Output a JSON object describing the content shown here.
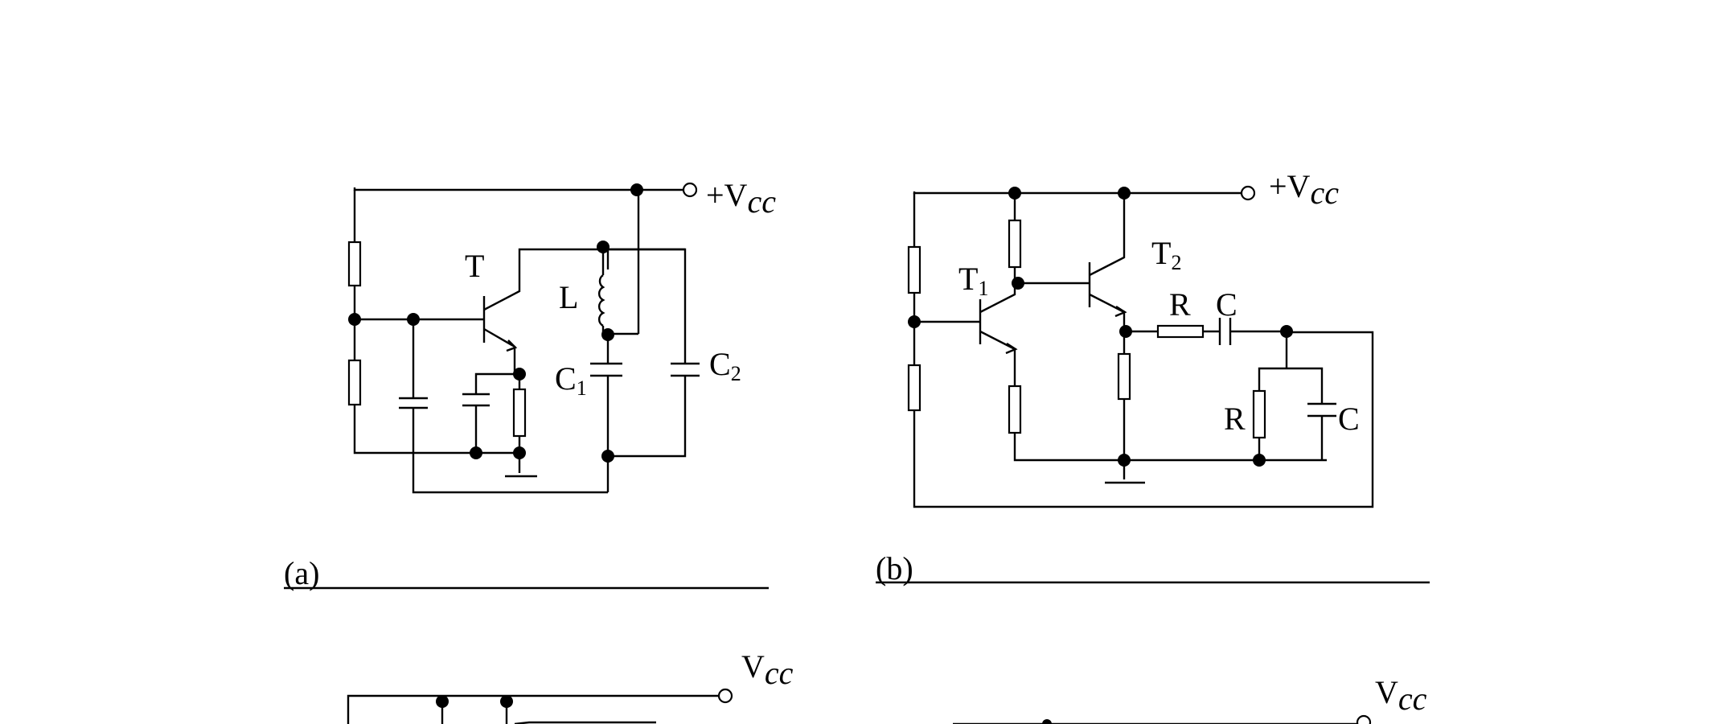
{
  "circuit_a": {
    "caption": "(a)",
    "supply": {
      "sign": "+V",
      "sub": "cc"
    },
    "transistor": "T",
    "inductor": "L",
    "cap1": {
      "main": "C",
      "sub": "1"
    },
    "cap2": {
      "main": "C",
      "sub": "2"
    }
  },
  "circuit_b": {
    "caption": "(b)",
    "supply": {
      "sign": "+V",
      "sub": "cc"
    },
    "t1": {
      "main": "T",
      "sub": "1"
    },
    "t2": {
      "main": "T",
      "sub": "2"
    },
    "series_r": "R",
    "series_c": "C",
    "shunt_r": "R",
    "shunt_c": "C"
  },
  "circuit_c": {
    "supply": {
      "sign": "V",
      "sub": "cc"
    }
  },
  "circuit_d": {
    "supply": {
      "sign": "V",
      "sub": "cc"
    }
  }
}
